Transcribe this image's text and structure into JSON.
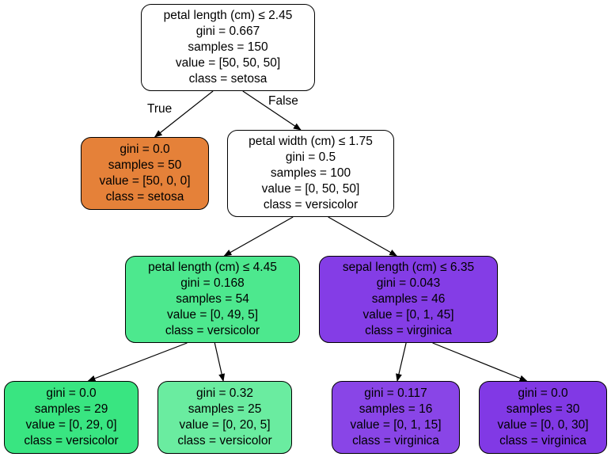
{
  "nodes": [
    {
      "lines": [
        "petal length (cm) ≤ 2.45",
        "gini = 0.667",
        "samples = 150",
        "value = [50, 50, 50]",
        "class = setosa"
      ],
      "fill": "#ffffff"
    },
    {
      "lines": [
        "gini = 0.0",
        "samples = 50",
        "value = [50, 0, 0]",
        "class = setosa"
      ],
      "fill": "#e58139"
    },
    {
      "lines": [
        "petal width (cm) ≤ 1.75",
        "gini = 0.5",
        "samples = 100",
        "value = [0, 50, 50]",
        "class = versicolor"
      ],
      "fill": "#ffffff"
    },
    {
      "lines": [
        "petal length (cm) ≤ 4.45",
        "gini = 0.168",
        "samples = 54",
        "value = [0, 49, 5]",
        "class = versicolor"
      ],
      "fill": "#4de88e"
    },
    {
      "lines": [
        "sepal length (cm) ≤ 6.35",
        "gini = 0.043",
        "samples = 46",
        "value = [0, 1, 45]",
        "class = virginica"
      ],
      "fill": "#843de6"
    },
    {
      "lines": [
        "gini = 0.0",
        "samples = 29",
        "value = [0, 29, 0]",
        "class = versicolor"
      ],
      "fill": "#39e581"
    },
    {
      "lines": [
        "gini = 0.32",
        "samples = 25",
        "value = [0, 20, 5]",
        "class = versicolor"
      ],
      "fill": "#6aeca0"
    },
    {
      "lines": [
        "gini = 0.117",
        "samples = 16",
        "value = [0, 1, 15]",
        "class = virginica"
      ],
      "fill": "#8945e7"
    },
    {
      "lines": [
        "gini = 0.0",
        "samples = 30",
        "value = [0, 0, 30]",
        "class = virginica"
      ],
      "fill": "#8139e5"
    }
  ],
  "edges": [
    {
      "from": 0,
      "to": 1,
      "label": "True"
    },
    {
      "from": 0,
      "to": 2,
      "label": "False"
    },
    {
      "from": 2,
      "to": 3
    },
    {
      "from": 2,
      "to": 4
    },
    {
      "from": 3,
      "to": 5
    },
    {
      "from": 3,
      "to": 6
    },
    {
      "from": 4,
      "to": 7
    },
    {
      "from": 4,
      "to": 8
    }
  ]
}
